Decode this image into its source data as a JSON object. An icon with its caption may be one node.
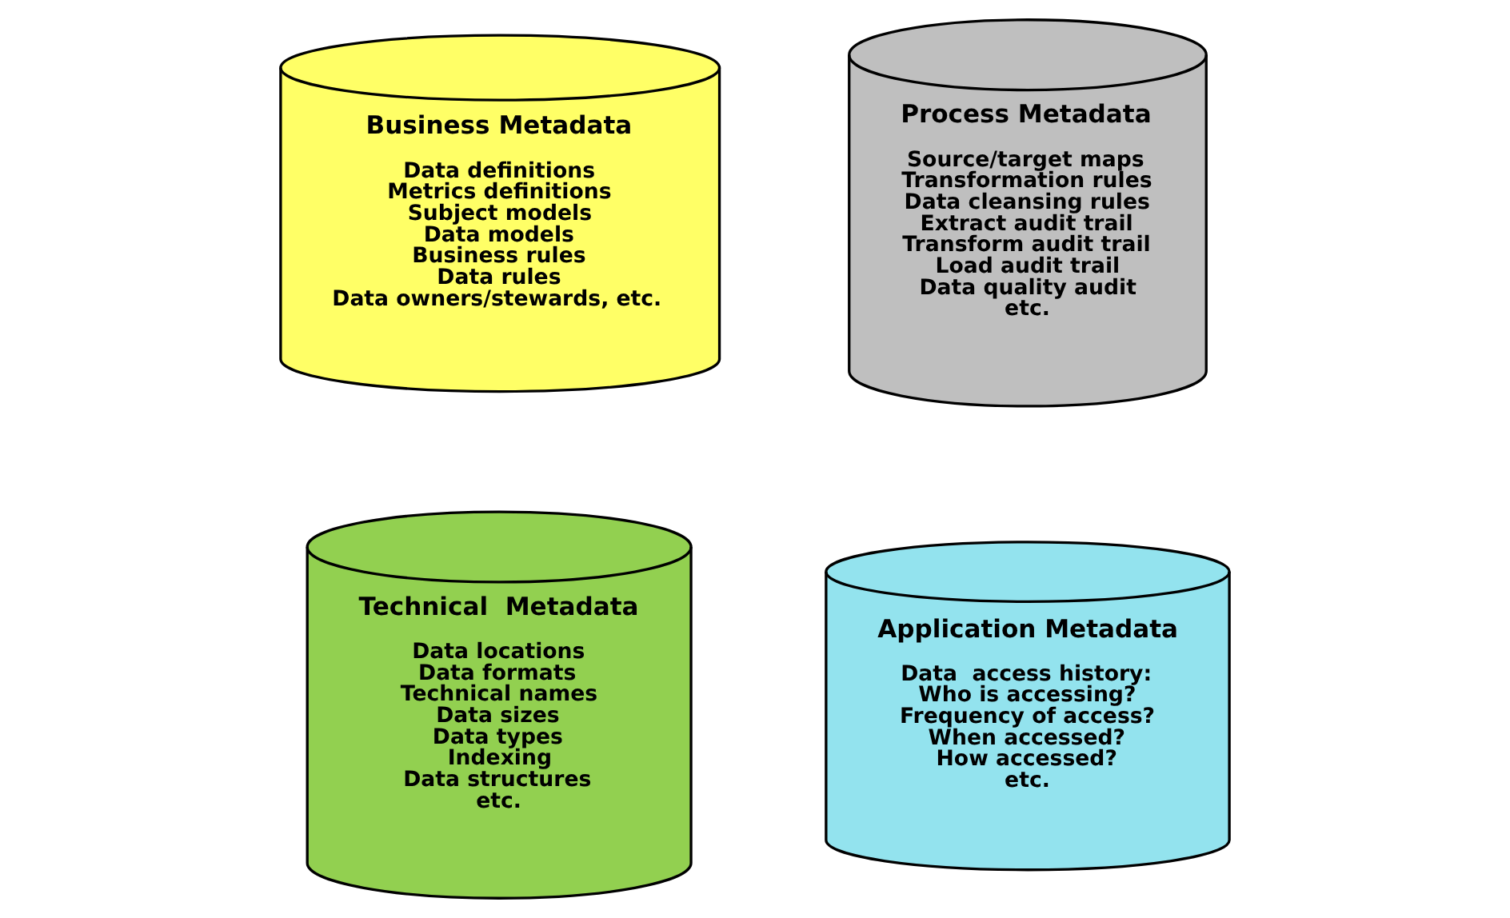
{
  "diagram": {
    "nodes": [
      {
        "text": [
          "Business Metadata",
          "Data definitions",
          "Metrics definitions",
          "Subject models",
          "Data models",
          "Business rules",
          "Data rules",
          "Data owners/stewards, etc."
        ]
      },
      {
        "text": [
          "Process Metadata",
          "Source/target maps",
          "Transformation rules",
          "Data cleansing rules",
          "Extract audit trail",
          "Transform audit trail",
          "Load audit trail",
          "Data quality audit",
          "etc."
        ]
      },
      {
        "text": [
          "Technical  Metadata",
          "Data locations",
          "Data formats",
          "Technical names",
          "Data sizes",
          "Data types",
          "Indexing",
          "Data structures",
          "etc."
        ]
      },
      {
        "text": [
          "Application Metadata",
          "Data  access history:",
          "Who is accessing?",
          "Frequency of access?",
          "When accessed?",
          "How accessed?",
          "etc."
        ]
      }
    ],
    "edges": []
  }
}
